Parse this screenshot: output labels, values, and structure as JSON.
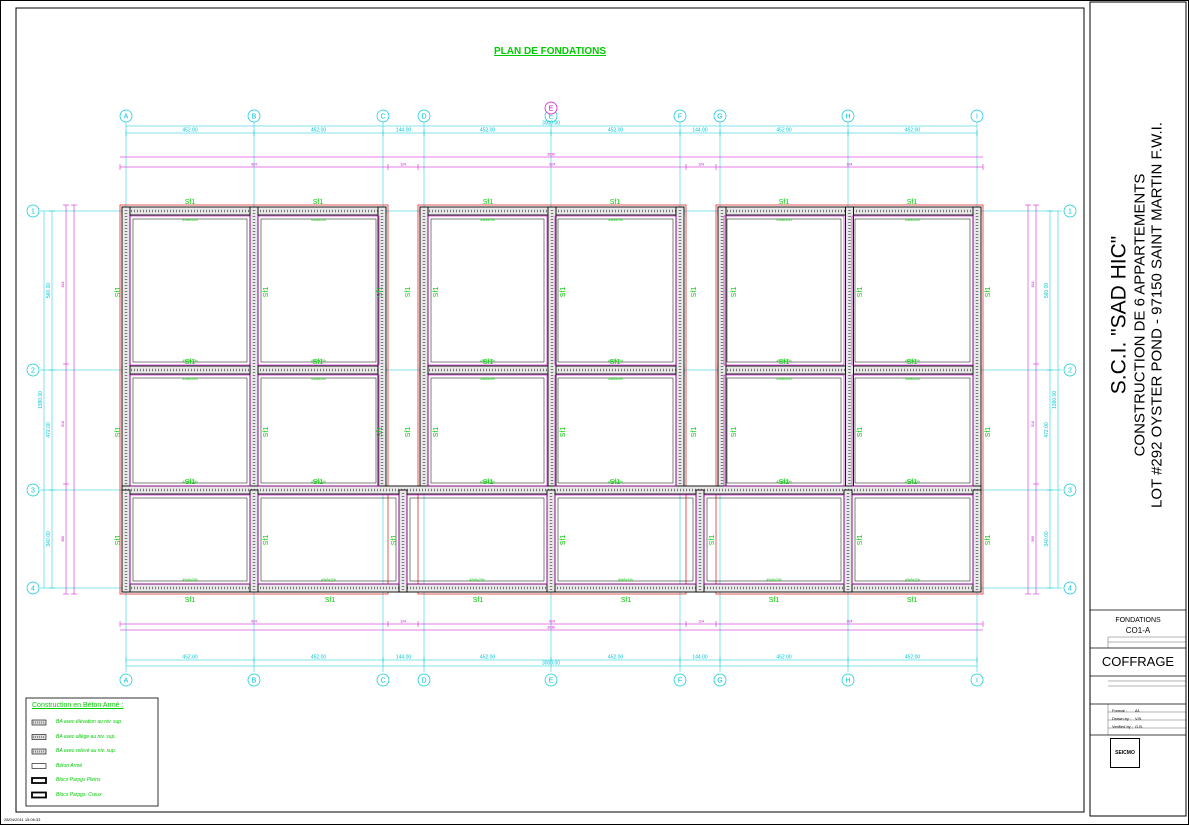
{
  "drawing": {
    "title": "PLAN DE FONDATIONS",
    "axes_top": [
      "A",
      "B",
      "C",
      "D",
      "E",
      "F",
      "G",
      "H",
      "I"
    ],
    "axes_side": [
      "1",
      "2",
      "3",
      "4"
    ],
    "spans_top": [
      "452.00",
      "452.00",
      "144.00",
      "452.00",
      "452.00",
      "144.00",
      "452.00",
      "452.00"
    ],
    "overall_width": "3000.00",
    "row_dims": [
      "560.00",
      "472.00",
      "340.00"
    ],
    "overall_height": "1380.00",
    "footing_label": "Sf1",
    "beam_label": "45x8x20h"
  },
  "legend": {
    "title": "Construction en Béton Armé :",
    "items": [
      {
        "label": "BA avec élévation au niv. sup.",
        "style": "dotted"
      },
      {
        "label": "BA avec allège au niv. sup.",
        "style": "dotted"
      },
      {
        "label": "BA avec relevé au niv. sup.",
        "style": "dotted"
      },
      {
        "label": "Béton Armé",
        "style": "plain"
      },
      {
        "label": "Blocs Parpgs Pleins",
        "style": "thick"
      },
      {
        "label": "Blocs Parpgs. Creux",
        "style": "thick"
      }
    ]
  },
  "title_block": {
    "project_line1": "S.C.I. \"SAD HIC\"",
    "project_line2": "CONSTRUCTION DE 6 APPARTEMENTS",
    "project_line3": "LOT #292 OYSTER POND - 97150 SAINT MARTIN F.W.I.",
    "sheet_title": "FONDATIONS",
    "sheet_code": "CO1-A",
    "sheet_type": "COFFRAGE",
    "format_value": "A1",
    "drawn_value": "V.B.",
    "verified_value": "G.B.",
    "company": "SEICMO"
  },
  "footer": {
    "timestamp": "28/04/2011 15:06:33"
  }
}
